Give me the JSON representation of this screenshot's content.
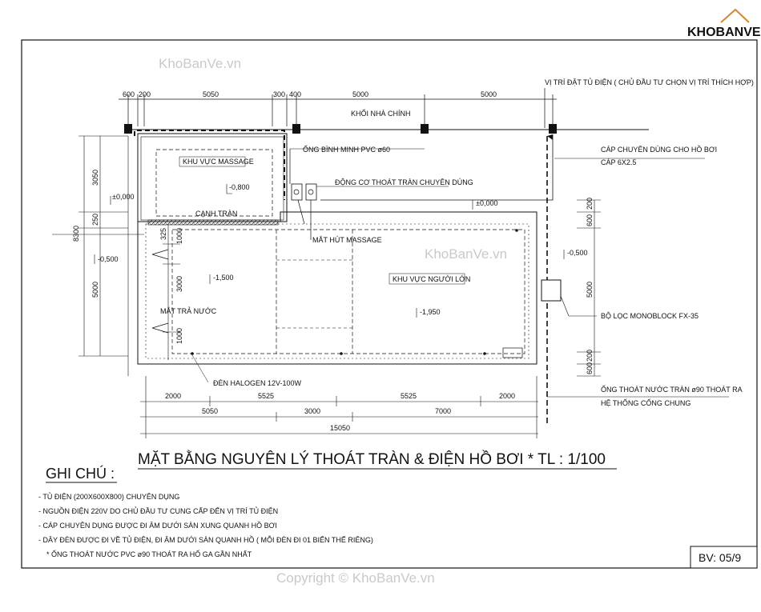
{
  "logo": {
    "text": "KHOBANVE",
    "tagline": ""
  },
  "watermarks": {
    "top": "KhoBanVe.vn",
    "mid": "KhoBanVe.vn",
    "bottom": "Copyright © KhoBanVe.vn"
  },
  "title": "MẶT BẰNG NGUYÊN LÝ THOÁT TRÀN & ĐIỆN HỒ BƠI * TL : 1/100",
  "sheet": "BV: 05/9",
  "notes_heading": "GHI CHÚ :",
  "notes": [
    "- TỦ ĐIỆN (200X600X800) CHUYÊN DỤNG",
    "- NGUỒN ĐIỆN 220V DO CHỦ ĐẦU TƯ CUNG CẤP ĐẾN VỊ TRÍ TỦ ĐIỆN",
    "- CÁP CHUYÊN DỤNG ĐƯỢC ĐI ÂM DƯỚI SÀN XUNG QUANH HỒ BƠI",
    "- DÂY ĐÈN ĐƯỢC ĐI VỀ TỦ ĐIỆN, ĐI ÂM DƯỚI SÀN QUANH HỒ ( MỖI ĐÈN ĐI 01 BIẾN THẾ RIÊNG)",
    "* ỐNG THOÁT NƯỚC PVC ø90 THOÁT RA HỐ GA GẦN NHẤT"
  ],
  "labels": {
    "main_block": "KHỐI NHÀ CHÍNH",
    "panel_location": "VỊ TRÍ ĐẶT TỦ ĐIỆN ( CHỦ ĐẦU TƯ CHỌN VỊ TRÍ THÍCH HỢP)",
    "pvc_pipe": "ỐNG BÌNH MINH PVC ø60",
    "overflow_motor": "ĐỘNG CƠ THOÁT TRÀN CHUYÊN DÙNG",
    "massage_zone": "KHU VỰC MASSAGE",
    "overflow_edge": "CẠNH TRÀN",
    "massage_suction": "MẮT HÚT MASSAGE",
    "adult_zone": "KHU VỰC NGƯỜI LỚN",
    "return_inlet": "MẮT TRẢ NƯỚC",
    "halogen_light": "ĐÈN HALOGEN 12V-100W",
    "special_cable": "CÁP CHUYÊN DÙNG CHO HỒ BƠI",
    "cable_size": "CÁP 6X2.5",
    "filter": "BỘ LỌC MONOBLOCK FX-35",
    "overflow_pipe": "ỐNG THOÁT NƯỚC TRÀN ø90 THOÁT RA",
    "drainage": "HỆ THỐNG CỐNG CHUNG"
  },
  "levels": {
    "l_massage": "-0,800",
    "l_zero_left": "±0,000",
    "l_zero_right": "±0,000",
    "l_left_pool": "-0,500",
    "l_right_pool": "-0,500",
    "l_shallow": "-1,500",
    "l_deep": "-1,950"
  },
  "dims": {
    "top": [
      "600",
      "200",
      "5050",
      "300",
      "400",
      "5000",
      "5000"
    ],
    "left": [
      "3050",
      "250",
      "5000",
      "8300",
      "325",
      "1000",
      "3000",
      "1000"
    ],
    "right": [
      "200",
      "600",
      "5000",
      "600",
      "200"
    ],
    "bottom1": [
      "2000",
      "5525",
      "5525",
      "2000"
    ],
    "bottom2": [
      "5050",
      "3000",
      "7000"
    ],
    "bottom3": "15050"
  }
}
